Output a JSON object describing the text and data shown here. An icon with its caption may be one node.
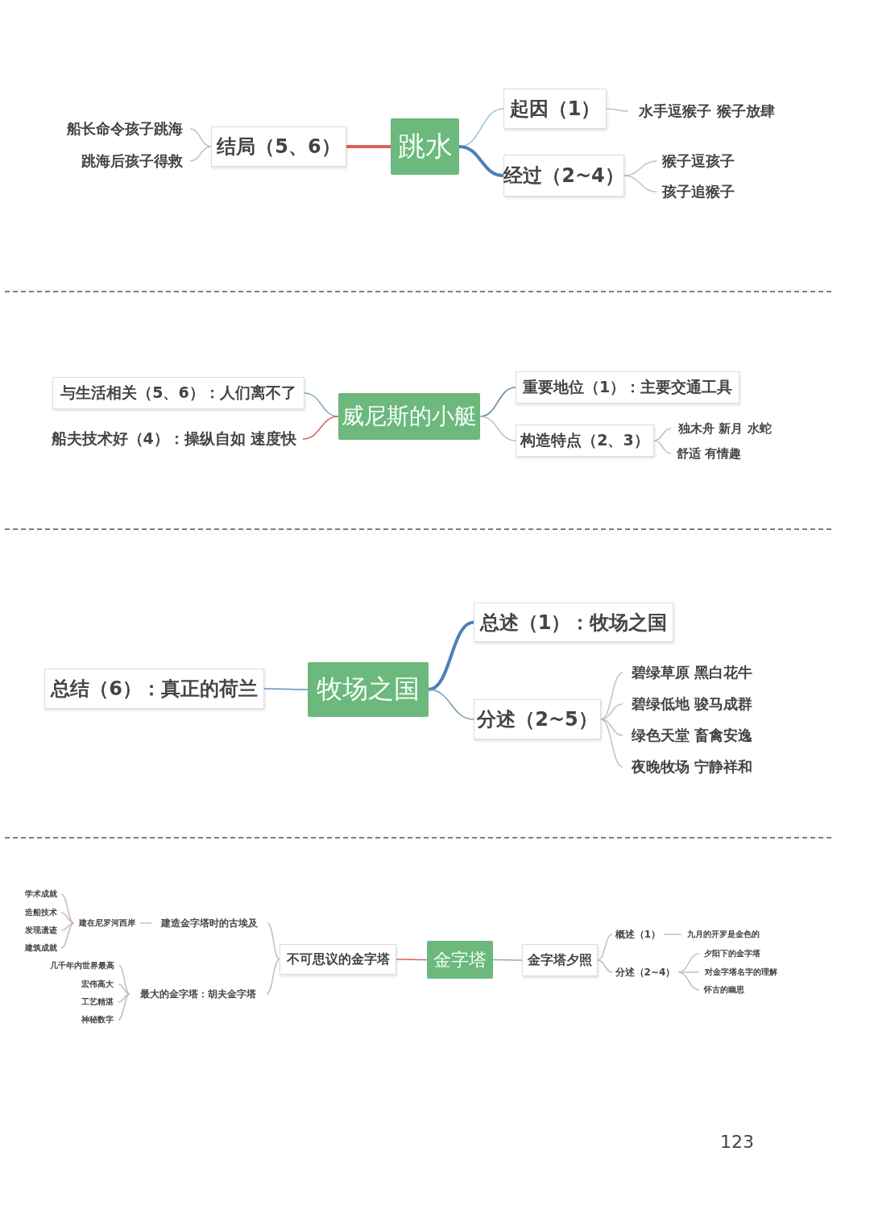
{
  "diagram": {
    "nodes": [
      {
        "text": [
          "跳水"
        ]
      },
      {
        "text": [
          "起因（1）"
        ]
      },
      {
        "text": [
          "水手逗猴子  猴子放肆"
        ]
      },
      {
        "text": [
          "经过（2~4）"
        ]
      },
      {
        "text": [
          "猴子逗孩子"
        ]
      },
      {
        "text": [
          "孩子追猴子"
        ]
      },
      {
        "text": [
          "结局（5、6）"
        ]
      },
      {
        "text": [
          "船长命令孩子跳海"
        ]
      },
      {
        "text": [
          "跳海后孩子得救"
        ]
      },
      {
        "text": [
          "威尼斯的小艇"
        ]
      },
      {
        "text": [
          "重要地位（1）：主要交通工具"
        ]
      },
      {
        "text": [
          "构造特点（2、3）"
        ]
      },
      {
        "text": [
          "独木舟  新月  水蛇"
        ]
      },
      {
        "text": [
          "舒适  有情趣"
        ]
      },
      {
        "text": [
          "与生活相关（5、6）：人们离不了"
        ]
      },
      {
        "text": [
          "船夫技术好（4）：操纵自如 速度快"
        ]
      },
      {
        "text": [
          "牧场之国"
        ]
      },
      {
        "text": [
          "总述（1）：牧场之国"
        ]
      },
      {
        "text": [
          "分述（2~5）"
        ]
      },
      {
        "text": [
          "碧绿草原  黑白花牛"
        ]
      },
      {
        "text": [
          "碧绿低地  骏马成群"
        ]
      },
      {
        "text": [
          "绿色天堂  畜禽安逸"
        ]
      },
      {
        "text": [
          "夜晚牧场  宁静祥和"
        ]
      },
      {
        "text": [
          "总结（6）：真正的荷兰"
        ]
      },
      {
        "text": [
          "金字塔"
        ]
      },
      {
        "text": [
          "金字塔夕照"
        ]
      },
      {
        "text": [
          "概述（1）"
        ]
      },
      {
        "text": [
          "九月的开罗是金色的"
        ]
      },
      {
        "text": [
          "分述（2~4）"
        ]
      },
      {
        "text": [
          "夕阳下的金字塔"
        ]
      },
      {
        "text": [
          "对金字塔名字的理解"
        ]
      },
      {
        "text": [
          "怀古的幽思"
        ]
      },
      {
        "text": [
          "不可思议的金字塔"
        ]
      },
      {
        "text": [
          "建造金字塔时的古埃及"
        ]
      },
      {
        "text": [
          "建在尼罗河西岸"
        ]
      },
      {
        "text": [
          "学术成就"
        ]
      },
      {
        "text": [
          "造船技术"
        ]
      },
      {
        "text": [
          "发现遗迹"
        ]
      },
      {
        "text": [
          "建筑成就"
        ]
      },
      {
        "text": [
          "最大的金字塔：胡夫金字塔"
        ]
      },
      {
        "text": [
          "几千年内世界最高"
        ]
      },
      {
        "text": [
          "宏伟高大"
        ]
      },
      {
        "text": [
          "工艺精湛"
        ]
      },
      {
        "text": [
          "神秘数字"
        ]
      }
    ],
    "edges": [
      {
        "from": 0,
        "to": 1,
        "arrow": "none",
        "color": "#9cc3dc"
      },
      {
        "from": 1,
        "to": 2,
        "arrow": "none"
      },
      {
        "from": 0,
        "to": 3,
        "arrow": "none",
        "style": "thick",
        "color": "#4f7fb8"
      },
      {
        "from": 3,
        "to": 4,
        "arrow": "none"
      },
      {
        "from": 3,
        "to": 5,
        "arrow": "none"
      },
      {
        "from": 0,
        "to": 6,
        "arrow": "none",
        "style": "thick",
        "color": "#e06060"
      },
      {
        "from": 6,
        "to": 7,
        "arrow": "none"
      },
      {
        "from": 6,
        "to": 8,
        "arrow": "none"
      },
      {
        "from": 9,
        "to": 10,
        "arrow": "none",
        "color": "#5f8fa0"
      },
      {
        "from": 9,
        "to": 11,
        "arrow": "none"
      },
      {
        "from": 11,
        "to": 12,
        "arrow": "none"
      },
      {
        "from": 11,
        "to": 13,
        "arrow": "none"
      },
      {
        "from": 9,
        "to": 14,
        "arrow": "none",
        "color": "#7fa8b8"
      },
      {
        "from": 9,
        "to": 15,
        "arrow": "none",
        "color": "#e06060"
      },
      {
        "from": 16,
        "to": 17,
        "arrow": "none",
        "style": "thick",
        "color": "#4f7fb8"
      },
      {
        "from": 16,
        "to": 18,
        "arrow": "none",
        "color": "#6f9aa8"
      },
      {
        "from": 18,
        "to": 19,
        "arrow": "none"
      },
      {
        "from": 18,
        "to": 20,
        "arrow": "none"
      },
      {
        "from": 18,
        "to": 21,
        "arrow": "none"
      },
      {
        "from": 18,
        "to": 22,
        "arrow": "none"
      },
      {
        "from": 16,
        "to": 23,
        "arrow": "none",
        "color": "#5b8fc7"
      },
      {
        "from": 24,
        "to": 25,
        "arrow": "none",
        "color": "#8fa8c8"
      },
      {
        "from": 25,
        "to": 26,
        "arrow": "none"
      },
      {
        "from": 26,
        "to": 27,
        "arrow": "none"
      },
      {
        "from": 25,
        "to": 28,
        "arrow": "none"
      },
      {
        "from": 28,
        "to": 29,
        "arrow": "none"
      },
      {
        "from": 28,
        "to": 30,
        "arrow": "none"
      },
      {
        "from": 28,
        "to": 31,
        "arrow": "none"
      },
      {
        "from": 24,
        "to": 32,
        "arrow": "none",
        "color": "#e06060"
      },
      {
        "from": 32,
        "to": 33,
        "arrow": "none"
      },
      {
        "from": 33,
        "to": 34,
        "arrow": "none"
      },
      {
        "from": 34,
        "to": 35,
        "arrow": "none"
      },
      {
        "from": 34,
        "to": 36,
        "arrow": "none"
      },
      {
        "from": 34,
        "to": 37,
        "arrow": "none"
      },
      {
        "from": 34,
        "to": 38,
        "arrow": "none"
      },
      {
        "from": 32,
        "to": 39,
        "arrow": "none"
      },
      {
        "from": 39,
        "to": 40,
        "arrow": "none"
      },
      {
        "from": 39,
        "to": 41,
        "arrow": "none"
      },
      {
        "from": 39,
        "to": 42,
        "arrow": "none"
      },
      {
        "from": 39,
        "to": 43,
        "arrow": "none"
      }
    ],
    "labels": [
      "123"
    ]
  }
}
